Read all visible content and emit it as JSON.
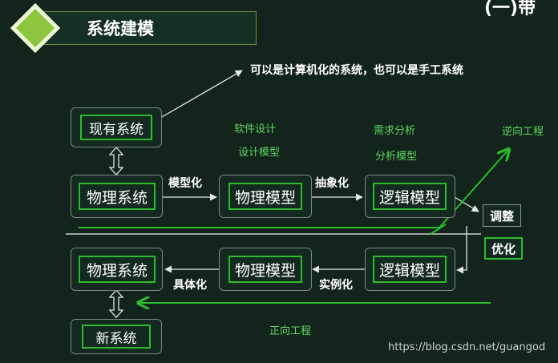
{
  "header": {
    "title": "系统建模",
    "logo_text": "(一)带"
  },
  "note": "可以是计算机化的系统，也可以是手工系统",
  "nodes": {
    "existing_system": "现有系统",
    "top_physical_system": "物理系统",
    "top_physical_model": "物理模型",
    "top_logical_model": "逻辑模型",
    "bottom_physical_system": "物理系统",
    "bottom_physical_model": "物理模型",
    "bottom_logical_model": "逻辑模型",
    "new_system": "新系统"
  },
  "edges": {
    "modeling": "模型化",
    "abstraction": "抽象化",
    "instantiation": "实例化",
    "concretization": "具体化"
  },
  "annotations": {
    "software_design": "软件设计",
    "design_model": "设计模型",
    "requirements_analysis": "需求分析",
    "analysis_model": "分析模型",
    "reverse_engineering": "逆向工程",
    "forward_engineering": "正向工程"
  },
  "side_buttons": {
    "adjust": "调整",
    "optimize": "优化"
  },
  "watermark": "https://blog.csdn.net/guangod",
  "colors": {
    "background": "#12241c",
    "accent_green": "#2dbb2d",
    "label_green": "#5fd65f",
    "title_diamond": "#8cc63f"
  }
}
